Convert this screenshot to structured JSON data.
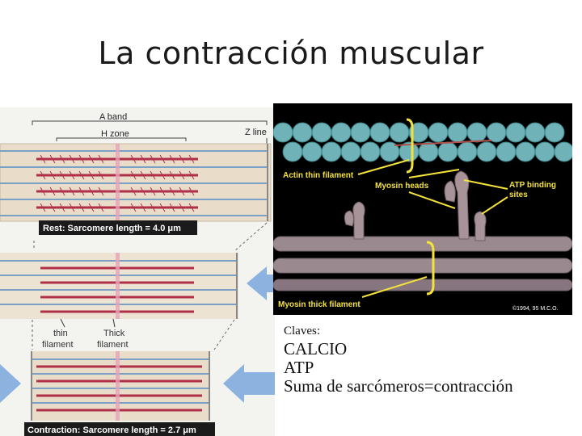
{
  "slide": {
    "title": "La contracción muscular"
  },
  "left_figure": {
    "a_band": "A band",
    "h_zone": "H zone",
    "z_line": "Z line",
    "rest_caption": "Rest: Sarcomere length = 4.0 μm",
    "thin_label_1": "thin",
    "thin_label_2": "filament",
    "thick_label_1": "Thick",
    "thick_label_2": "filament",
    "contraction_caption": "Contraction: Sarcomere length = 2.7 μm"
  },
  "right_figure": {
    "actin": "Actin thin filament",
    "myosin_heads": "Myosin heads",
    "atp_1": "ATP binding",
    "atp_2": "sites",
    "myosin_thick": "Myosin thick filament",
    "copyright": "©1994, 95 M.C.O."
  },
  "notes": {
    "heading": "Claves:",
    "lines": [
      "CALCIO",
      "ATP",
      "Suma de sarcómeros=contracción"
    ]
  },
  "colors": {
    "arrow_blue": "#8cb3e0",
    "filament_red": "#b0304a",
    "actin_bead": "#6fb3b8",
    "caption_bg": "#1b1b1b",
    "label_yellow": "#f4e23c"
  }
}
